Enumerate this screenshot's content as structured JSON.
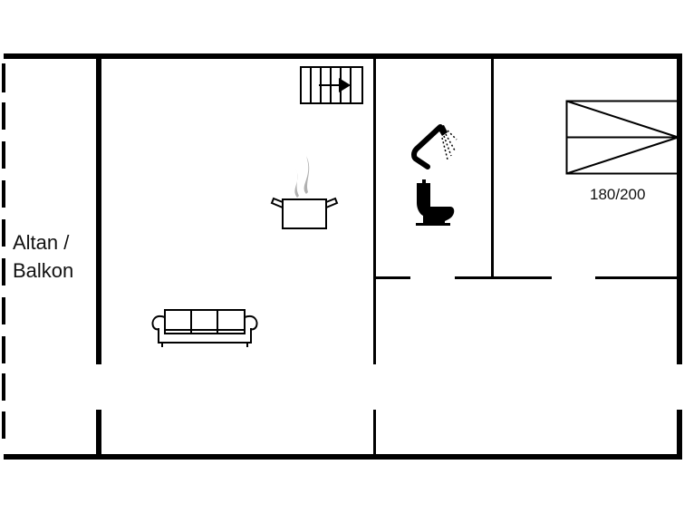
{
  "floorplan": {
    "rooms": [
      {
        "id": "balcony",
        "label_line1": "Altan /",
        "label_line2": "Balkon"
      },
      {
        "id": "living-kitchen",
        "fixtures": [
          "stairs",
          "cooking-pot",
          "sofa"
        ]
      },
      {
        "id": "bathroom",
        "fixtures": [
          "shower",
          "toilet"
        ]
      },
      {
        "id": "bedroom",
        "fixtures": [
          "double-bed"
        ],
        "bed_size": "180/200"
      },
      {
        "id": "hallway"
      }
    ],
    "colors": {
      "wall": "#000000",
      "steam": "#b0b0b0",
      "background": "#ffffff"
    },
    "icons": {
      "stairs": "stairs-icon",
      "pot": "cooking-pot-icon",
      "shower": "shower-icon",
      "toilet": "toilet-icon",
      "bed": "double-bed-icon",
      "sofa": "sofa-icon"
    }
  }
}
